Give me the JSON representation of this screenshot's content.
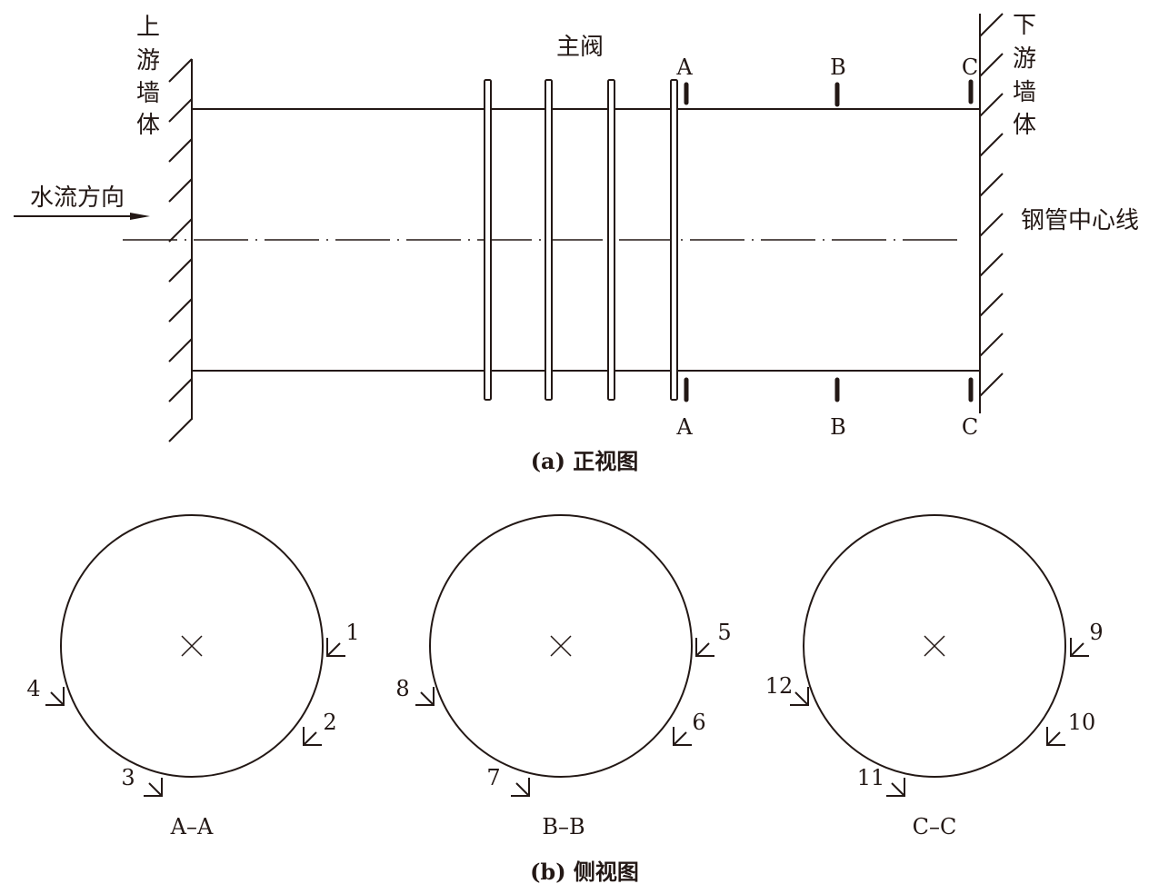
{
  "front_view": {
    "upstream_wall": [
      "上",
      "游",
      "墙",
      "体"
    ],
    "downstream_wall": [
      "下",
      "游",
      "墙",
      "体"
    ],
    "main_valve": "主阀",
    "flow_direction": "水流方向",
    "pipe_centerline": "钢管中心线",
    "section_top": [
      "A",
      "B",
      "C"
    ],
    "section_bottom": [
      "A",
      "B",
      "C"
    ],
    "caption": "(a) 正视图"
  },
  "side_view": {
    "sections": [
      {
        "label": "A–A",
        "points": [
          "1",
          "2",
          "3",
          "4"
        ]
      },
      {
        "label": "B–B",
        "points": [
          "5",
          "6",
          "7",
          "8"
        ]
      },
      {
        "label": "C–C",
        "points": [
          "9",
          "10",
          "11",
          "12"
        ]
      }
    ],
    "caption": "(b) 侧视图"
  }
}
